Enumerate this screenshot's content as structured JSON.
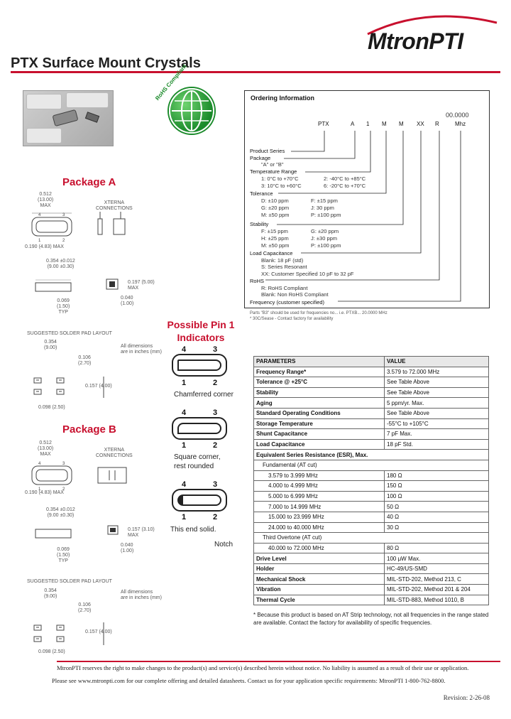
{
  "header": {
    "logo_text_a": "Mtron",
    "logo_text_b": "PTI",
    "title": "PTX Surface Mount Crystals",
    "rohs_badge": "RoHS Compliant"
  },
  "colors": {
    "accent": "#c8102e",
    "rohs_green": "#1a8a2a"
  },
  "package_a": {
    "title": "Package A",
    "dim_width": "0.512\n(13.00)\nMAX",
    "dim_height": "0.190 (4.83) MAX",
    "dim_top": "0.354 ±0.012\n(9.00 ±0.30)",
    "dim_thk": "0.197 (5.00)\nMAX",
    "dim_typ": "0.069\n(1.50)\nTYP",
    "dim_side": "0.040\n(1.00)",
    "conn_label": "XTERNA\nCONNECTIONS",
    "solder_title": "SUGGESTED SOLDER PAD LAYOUT",
    "solder_w": "0.354\n(9.00)",
    "solder_h": "0.106\n(2.70)",
    "solder_g": "0.157 (4.00)",
    "solder_b": "0.098 (2.50)",
    "all_dims": "All dimensions\nare in inches (mm)"
  },
  "package_b": {
    "title": "Package B",
    "dim_width": "0.512\n(13.00)\nMAX",
    "dim_height": "0.190 (4.83) MAX",
    "dim_top": "0.354 ±0.012\n(9.00 ±0.30)",
    "dim_thk": "0.157 (3.10)\nMAX",
    "dim_typ": "0.069\n(1.50)\nTYP",
    "dim_side": "0.040\n(1.00)",
    "conn_label": "XTERNA\nCONNECTIONS",
    "solder_title": "SUGGESTED SOLDER PAD LAYOUT",
    "solder_w": "0.354\n(9.00)",
    "solder_h": "0.106\n(2.70)",
    "solder_g": "0.157 (4.00)",
    "solder_b": "0.098 (2.50)",
    "all_dims": "All dimensions\nare in inches (mm)"
  },
  "ordering": {
    "title": "Ordering Information",
    "freq_example": "00.0000",
    "freq_unit": "Mhz",
    "code": [
      "PTX",
      "A",
      "1",
      "M",
      "M",
      "XX",
      "R"
    ],
    "product_series": "Product Series",
    "package": "Package",
    "package_opts": "\"A\" or \"B\"",
    "temp_range": "Temperature Range",
    "temp_1": "1:   0°C to +70°C",
    "temp_2": "2:   -40°C to +85°C",
    "temp_3": "3:   10°C to +60°C",
    "temp_6": "6:   -20°C to +70°C",
    "tolerance": "Tolerance",
    "tol_d": "D:   ±10 ppm",
    "tol_f": "F:   ±15 ppm",
    "tol_g": "G:   ±20 ppm",
    "tol_j": "J:    30 ppm",
    "tol_m": "M:   ±50 ppm",
    "tol_p": "P:   ±100 ppm",
    "stability": "Stability",
    "stab_f": "F:   ±15 ppm",
    "stab_g": "G:   ±20 ppm",
    "stab_h": "H:   ±25 ppm",
    "stab_j": "J:   ±30 ppm",
    "stab_m": "M:   ±50 ppm",
    "stab_p": "P:   ±100 ppm",
    "load_cap": "Load Capacitance",
    "load_blank": "Blank: 18 pF (std)",
    "load_s": "S:     Series Resonant",
    "load_xx": "XX: Customer Specified 10 pF to 32 pF",
    "rohs": "RoHS",
    "rohs_r": "R: RoHS Compliant",
    "rohs_blank": "Blank: Non RoHS Compliant",
    "frequency": "Frequency (customer specified)",
    "note1": "Parts \"B3\" should be used for frequencies no... i.e. PTXB... 20.0000 MHz",
    "note2": "* 30C/Sease - Contact factory for availability"
  },
  "pin_indicators": {
    "title": "Possible Pin 1\nIndicators",
    "cap1": "Chamferred corner",
    "cap2": "Square corner,\nrest rounded",
    "cap3": "This end solid.",
    "notch": "Notch",
    "p1": "1",
    "p2": "2",
    "p3": "3",
    "p4": "4"
  },
  "params": {
    "header": [
      "PARAMETERS",
      "VALUE"
    ],
    "rows": [
      [
        "Frequency Range*",
        "3.579 to 72.000 MHz"
      ],
      [
        "Tolerance @ +25°C",
        "See Table Above"
      ],
      [
        "Stability",
        "See Table Above"
      ],
      [
        "Aging",
        "5 ppm/yr. Max."
      ],
      [
        "Standard Operating Conditions",
        "See Table Above"
      ],
      [
        "Storage Temperature",
        "-55°C to +105°C"
      ],
      [
        "Shunt Capacitance",
        "7 pF Max."
      ],
      [
        "Load Capacitance",
        "18 pF Std."
      ]
    ],
    "esr_title": "Equivalent Series Resistance (ESR), Max.",
    "esr_fund": "Fundamental (AT cut)",
    "esr_rows": [
      [
        "3.579 to 3.999 MHz",
        "180 Ω"
      ],
      [
        "4.000 to 4.999 MHz",
        "150 Ω"
      ],
      [
        "5.000 to 6.999 MHz",
        "100 Ω"
      ],
      [
        "7.000 to 14.999 MHz",
        "50 Ω"
      ],
      [
        "15.000 to 23.999 MHz",
        "40 Ω"
      ],
      [
        "24.000 to 40.000 MHz",
        "30 Ω"
      ]
    ],
    "esr_ot": "Third Overtone (AT cut)",
    "esr_ot_row": [
      "40.000 to 72.000 MHz",
      "80 Ω"
    ],
    "rows2": [
      [
        "Drive Level",
        "100 μW Max."
      ],
      [
        "Holder",
        "HC-49/US-SMD"
      ],
      [
        "Mechanical Shock",
        "MIL-STD-202, Method 213, C"
      ],
      [
        "Vibration",
        "MIL-STD-202, Method 201 & 204"
      ],
      [
        "Thermal Cycle",
        "MIL-STD-883, Method 1010, B"
      ]
    ],
    "footnote": "* Because this product is based on AT Strip technology, not all frequencies in the range stated are available. Contact the factory for availability of specific frequencies."
  },
  "footer": {
    "disclaimer": "MtronPTI reserves the right to make changes to the product(s) and service(s) described herein without notice. No liability is assumed as a result of their use or application.",
    "contact": "Please see www.mtronpti.com for our complete offering and detailed datasheets. Contact us for your application specific requirements: MtronPTI 1-800-762-8800.",
    "revision": "Revision: 2-26-08"
  }
}
